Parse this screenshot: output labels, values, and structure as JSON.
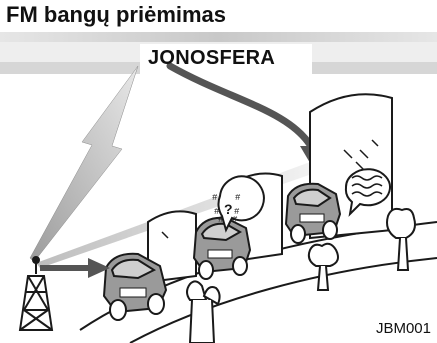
{
  "title": "FM bangų priėmimas",
  "ionosphere_label": "JONOSFERA",
  "code_label": "JBM001",
  "noise_glyph": "?",
  "colors": {
    "band": "#d4d4d4",
    "ink": "#1a1a1a",
    "car_fill": "#9a9a9a",
    "building_fill": "#ffffff",
    "arrow_fill": "#555555"
  }
}
